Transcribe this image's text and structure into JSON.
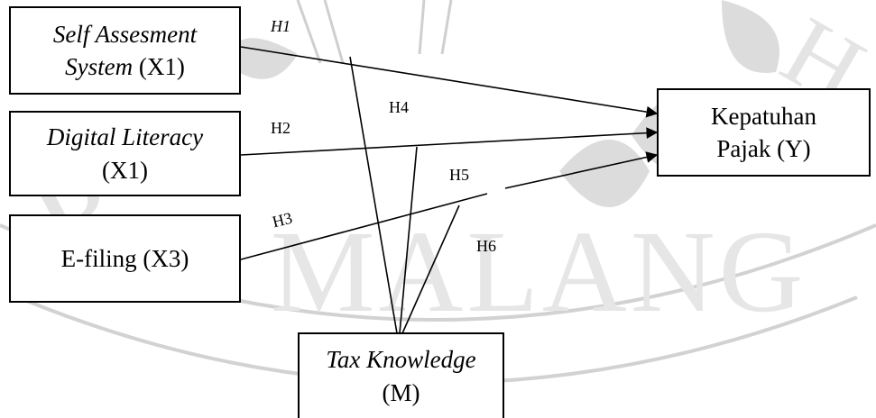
{
  "boxes": {
    "x1": {
      "line1": "Self Assesment",
      "line2_italic": "System",
      "line2_rest": " (X1)"
    },
    "x2": {
      "line1": "Digital Literacy",
      "line2": "(X1)"
    },
    "x3": {
      "line1": "E-filing (X3)"
    },
    "y": {
      "line1": "Kepatuhan",
      "line2": "Pajak (Y)"
    },
    "m": {
      "line1": "Tax Knowledge",
      "line2": "(M)"
    }
  },
  "hypotheses": [
    "H1",
    "H2",
    "H3",
    "H4",
    "H5",
    "H6"
  ],
  "colors": {
    "stroke": "#000000",
    "watermark": "#c8c8c8"
  }
}
